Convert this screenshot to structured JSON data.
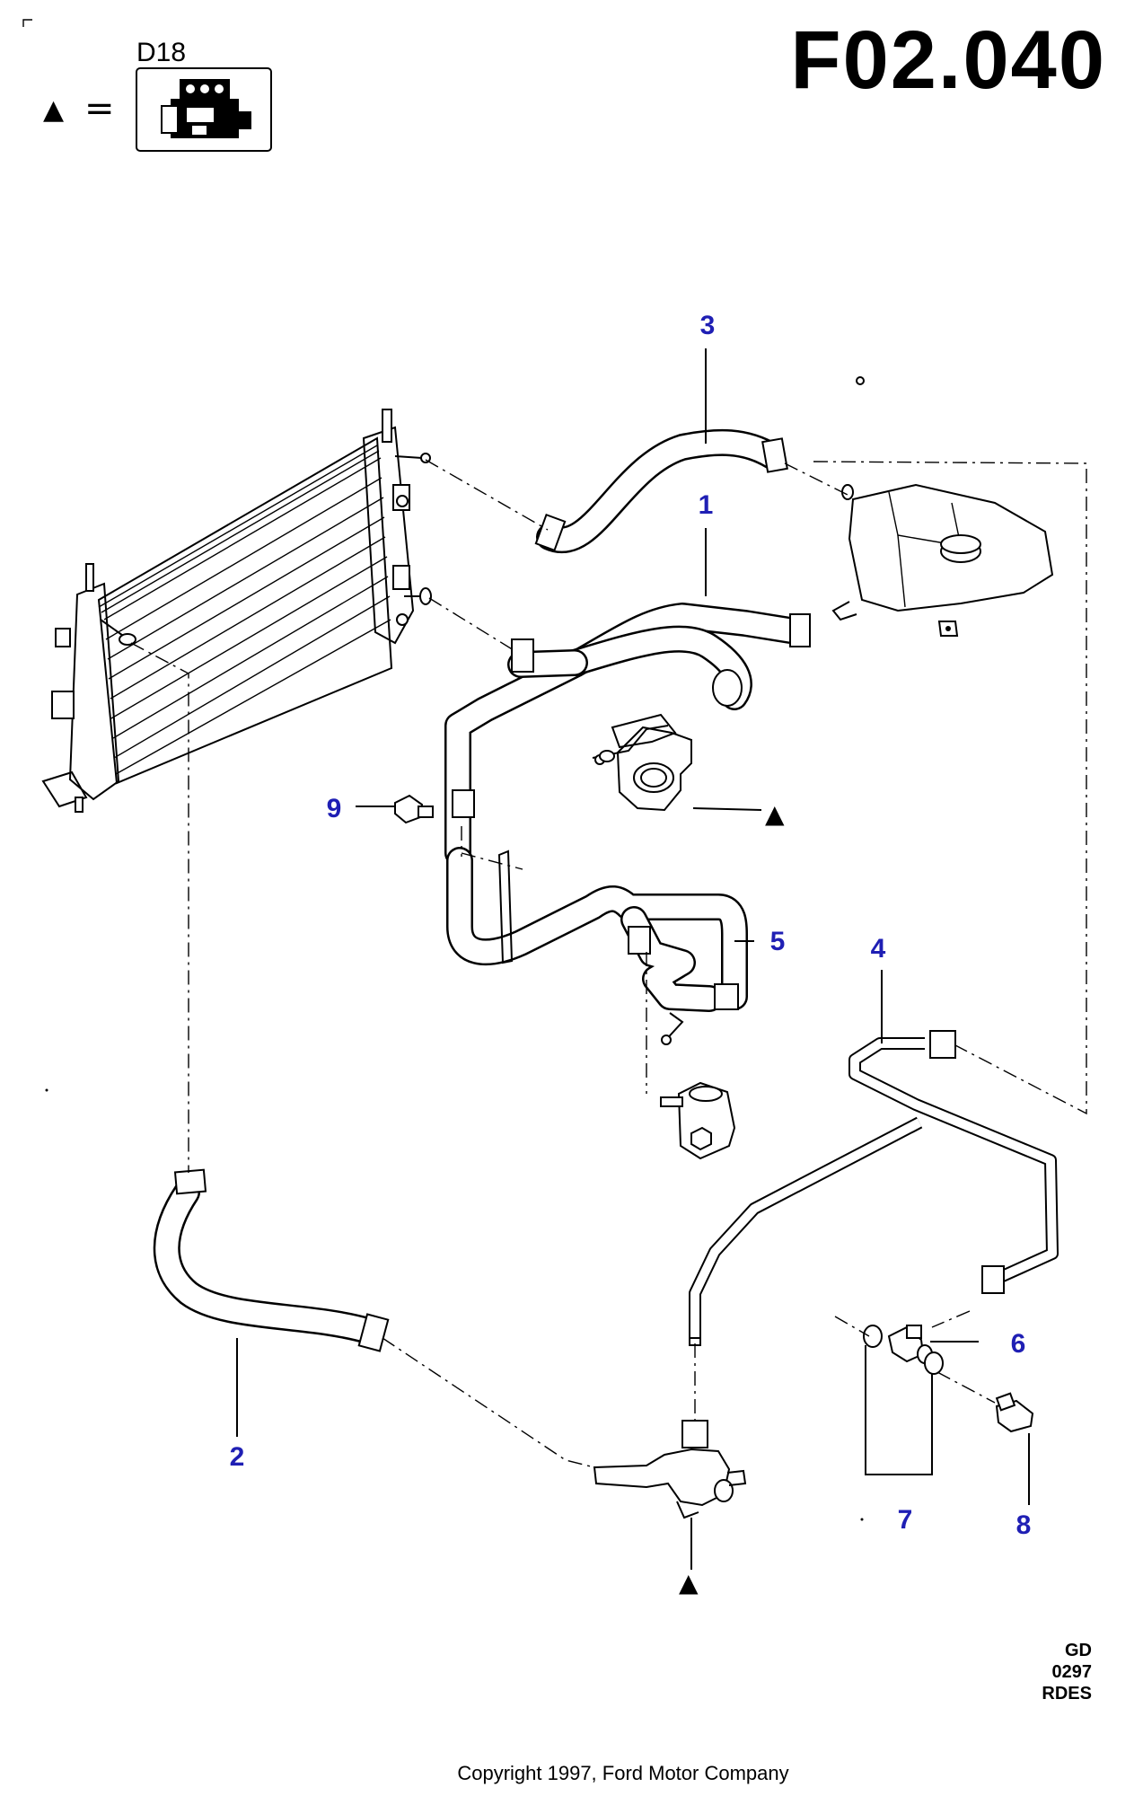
{
  "sheet_id": "F02.040",
  "legend": {
    "code": "D18",
    "symbol": "▲",
    "equals": "="
  },
  "callouts": [
    "1",
    "2",
    "3",
    "4",
    "5",
    "6",
    "7",
    "8",
    "9"
  ],
  "location_symbol": "▲",
  "drawing_code": [
    "GD",
    "0297",
    "RDES"
  ],
  "copyright": "Copyright 1997, Ford Motor Company",
  "colors": {
    "callout": "#1f1fb4",
    "ink": "#000000",
    "paper": "#ffffff"
  }
}
